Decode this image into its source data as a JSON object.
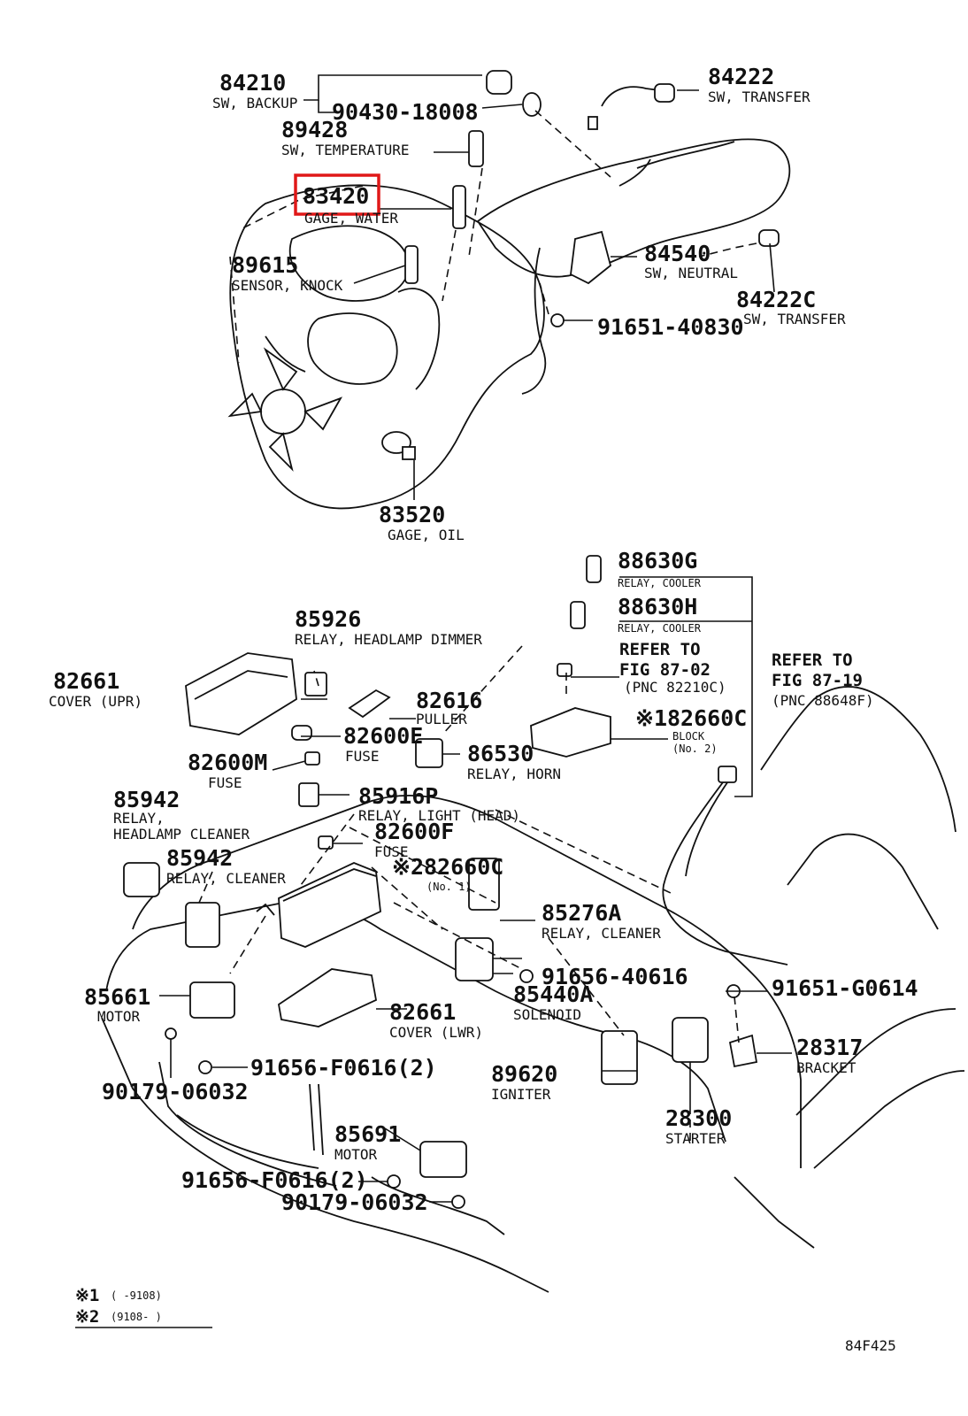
{
  "diagram_code": "84F425",
  "highlight_color": "#e01818",
  "highlighted_part": "83420",
  "parts": [
    {
      "id": "p84210",
      "number": "84210",
      "name": "SW, BACKUP"
    },
    {
      "id": "p90430",
      "number": "90430-18008",
      "name": ""
    },
    {
      "id": "p84222",
      "number": "84222",
      "name": "SW, TRANSFER"
    },
    {
      "id": "p89428",
      "number": "89428",
      "name": "SW, TEMPERATURE"
    },
    {
      "id": "p83420",
      "number": "83420",
      "name": "GAGE, WATER"
    },
    {
      "id": "p89615",
      "number": "89615",
      "name": "SENSOR, KNOCK"
    },
    {
      "id": "p84540",
      "number": "84540",
      "name": "SW, NEUTRAL"
    },
    {
      "id": "p84222c",
      "number": "84222C",
      "name": "SW, TRANSFER"
    },
    {
      "id": "p91651_40830",
      "number": "91651-40830",
      "name": ""
    },
    {
      "id": "p83520",
      "number": "83520",
      "name": "GAGE, OIL"
    },
    {
      "id": "p88630g",
      "number": "88630G",
      "name": "RELAY, COOLER"
    },
    {
      "id": "p88630h",
      "number": "88630H",
      "name": "RELAY, COOLER"
    },
    {
      "id": "p85926",
      "number": "85926",
      "name": "RELAY, HEADLAMP DIMMER"
    },
    {
      "id": "p82661u",
      "number": "82661",
      "name": "COVER (UPR)"
    },
    {
      "id": "p82616",
      "number": "82616",
      "name": "PULLER"
    },
    {
      "id": "p82600e",
      "number": "82600E",
      "name": "FUSE"
    },
    {
      "id": "p82600m",
      "number": "82600M",
      "name": "FUSE"
    },
    {
      "id": "p86530",
      "number": "86530",
      "name": "RELAY, HORN"
    },
    {
      "id": "p82660c_b",
      "number": "※182660C",
      "name": "BLOCK"
    },
    {
      "id": "p85942a",
      "number": "85942",
      "name": "RELAY,"
    },
    {
      "id": "p85916p",
      "number": "85916P",
      "name": "RELAY, LIGHT (HEAD)"
    },
    {
      "id": "p82600f",
      "number": "82600F",
      "name": "FUSE"
    },
    {
      "id": "p85942b",
      "number": "85942",
      "name": "RELAY, CLEANER"
    },
    {
      "id": "p82660c",
      "number": "※282660C",
      "name": ""
    },
    {
      "id": "p85276a",
      "number": "85276A",
      "name": "RELAY, CLEANER"
    },
    {
      "id": "p91656_40616",
      "number": "91656-40616",
      "name": ""
    },
    {
      "id": "p91651_g0614",
      "number": "91651-G0614",
      "name": ""
    },
    {
      "id": "p85661",
      "number": "85661",
      "name": "MOTOR"
    },
    {
      "id": "p82661l",
      "number": "82661",
      "name": "COVER (LWR)"
    },
    {
      "id": "p85440a",
      "number": "85440A",
      "name": "SOLENOID"
    },
    {
      "id": "p28317",
      "number": "28317",
      "name": "BRACKET"
    },
    {
      "id": "p91656_f0616a",
      "number": "91656-F0616(2)",
      "name": ""
    },
    {
      "id": "p89620",
      "number": "89620",
      "name": "IGNITER"
    },
    {
      "id": "p90179a",
      "number": "90179-06032",
      "name": ""
    },
    {
      "id": "p28300",
      "number": "28300",
      "name": "STARTER"
    },
    {
      "id": "p85691",
      "number": "85691",
      "name": "MOTOR"
    },
    {
      "id": "p91656_f0616b",
      "number": "91656-F0616(2)",
      "name": ""
    },
    {
      "id": "p90179b",
      "number": "90179-06032",
      "name": ""
    }
  ],
  "small_notes": {
    "block_no": "(No. 2)",
    "block1_no": "(No. 1)",
    "pnc_8221": "(PNC 82210C)",
    "pnc_8864": "(PNC 88648F)",
    "headlamp_cleaner": "HEADLAMP CLEANER"
  },
  "references": [
    {
      "id": "ref1",
      "line1": "REFER TO",
      "line2": "FIG 87-02"
    },
    {
      "id": "ref2",
      "line1": "REFER TO",
      "line2": "FIG 87-19"
    }
  ],
  "footnotes": [
    {
      "mark": "※1",
      "range": "(      -9108)"
    },
    {
      "mark": "※2",
      "range": "(9108-      )"
    }
  ]
}
